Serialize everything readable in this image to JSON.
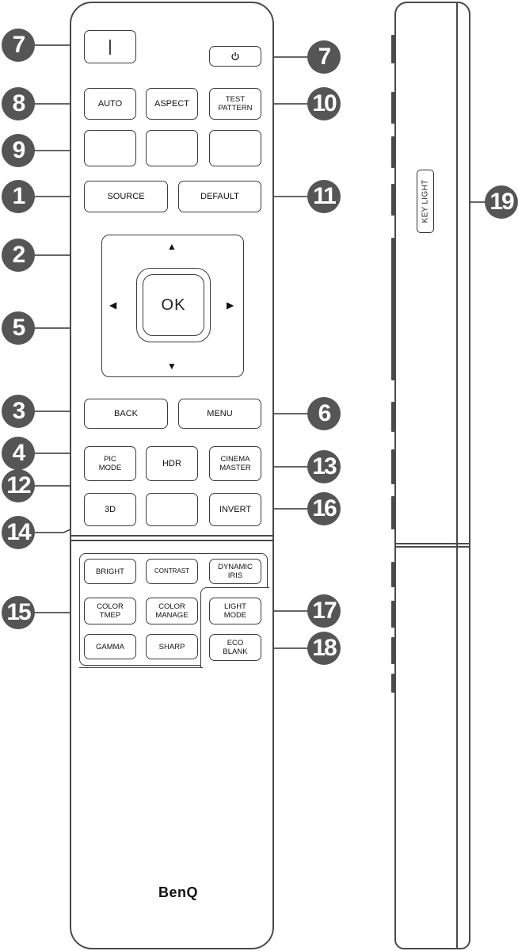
{
  "buttons": {
    "power_on": "|",
    "power_off_icon": "power-icon",
    "auto": "AUTO",
    "aspect": "ASPECT",
    "test_pattern_1": "TEST",
    "test_pattern_2": "PATTERN",
    "source": "SOURCE",
    "default": "DEFAULT",
    "ok": "OK",
    "back": "BACK",
    "menu": "MENU",
    "pic_mode_1": "PIC",
    "pic_mode_2": "MODE",
    "hdr": "HDR",
    "cinema_master_1": "CINEMA",
    "cinema_master_2": "MASTER",
    "three_d": "3D",
    "invert": "INVERT",
    "bright": "BRIGHT",
    "contrast": "CONTRAST",
    "dynamic_iris_1": "DYNAMIC",
    "dynamic_iris_2": "IRIS",
    "color_tmep_1": "COLOR",
    "color_tmep_2": "TMEP",
    "color_manage_1": "COLOR",
    "color_manage_2": "MANAGE",
    "light_mode_1": "LIGHT",
    "light_mode_2": "MODE",
    "gamma": "GAMMA",
    "sharp": "SHARP",
    "eco_blank_1": "ECO",
    "eco_blank_2": "BLANK",
    "key_light": "KEY LIGHT"
  },
  "arrows": {
    "up": "▲",
    "down": "▼",
    "left": "◀",
    "right": "▶"
  },
  "brand": "BenQ",
  "callouts": {
    "c7a": "7",
    "c7b": "7",
    "c8": "8",
    "c10": "10",
    "c9": "9",
    "c1": "1",
    "c11": "11",
    "c2": "2",
    "c5": "5",
    "c3": "3",
    "c6": "6",
    "c4": "4",
    "c13": "13",
    "c12": "12",
    "c16": "16",
    "c14": "14",
    "c15": "15",
    "c17": "17",
    "c18": "18",
    "c19": "19"
  },
  "colors": {
    "outline": "#4a4a4a",
    "callout_fill": "#555555",
    "background": "#ffffff"
  }
}
